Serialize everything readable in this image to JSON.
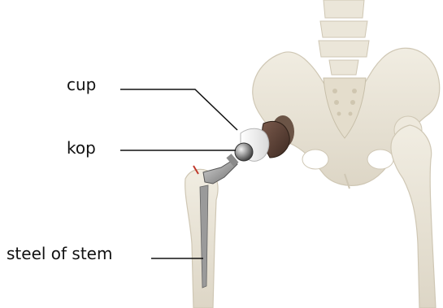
{
  "labels": {
    "cup": "cup",
    "kop": "kop",
    "stem": "steel of stem"
  }
}
